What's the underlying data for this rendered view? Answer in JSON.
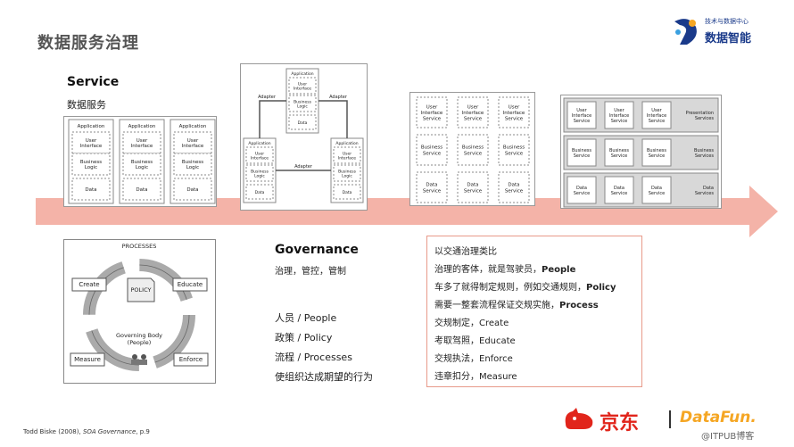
{
  "title": "数据服务治理",
  "logo": {
    "small": "技术与数据中心",
    "big": "数据智能"
  },
  "service": {
    "title": "Service",
    "subtitle": "数据服务"
  },
  "governance": {
    "title": "Governance",
    "subtitle": "治理，管控，管制",
    "items": [
      "人员 / People",
      "政策 / Policy",
      "流程 / Processes",
      "使组织达成期望的行为"
    ]
  },
  "notes": {
    "lines": [
      {
        "text": "以交通治理类比",
        "bold": ""
      },
      {
        "text": "治理的客体，就是驾驶员，",
        "bold": "People"
      },
      {
        "text": "车多了就得制定规则，例如交通规则，",
        "bold": "Policy"
      },
      {
        "text": "需要一整套流程保证交规实施，",
        "bold": "Process"
      },
      {
        "text": "交规制定，Create",
        "bold": ""
      },
      {
        "text": "考取驾照，Educate",
        "bold": ""
      },
      {
        "text": "交规执法，Enforce",
        "bold": ""
      },
      {
        "text": "违章扣分，Measure",
        "bold": ""
      }
    ]
  },
  "diagrams": {
    "box1": {
      "columns": [
        [
          "Application",
          "User Interface",
          "Business Logic",
          "Data"
        ],
        [
          "Application",
          "User Interface",
          "Business Logic",
          "Data"
        ],
        [
          "Application",
          "User Interface",
          "Business Logic",
          "Data"
        ]
      ]
    },
    "box2": {
      "top": [
        "Application",
        "User Interface",
        "Business Logic",
        "Data"
      ],
      "left": [
        "Application",
        "User Interface",
        "Business Logic",
        "Data"
      ],
      "right": [
        "Application",
        "User Interface",
        "Business Logic",
        "Data"
      ],
      "adapter": "Adapter"
    },
    "box3": {
      "rows": [
        [
          "User Interface Service",
          "User Interface Service",
          "User Interface Service"
        ],
        [
          "Business Service",
          "Business Service",
          "Business Service"
        ],
        [
          "Data Service",
          "Data Service",
          "Data Service"
        ]
      ]
    },
    "box4": {
      "rows": [
        {
          "cells": [
            "User Interface Service",
            "User Interface Service",
            "User Interface Service"
          ],
          "label": "Presentation Services"
        },
        {
          "cells": [
            "Business Service",
            "Business Service",
            "Business Service"
          ],
          "label": "Business Services"
        },
        {
          "cells": [
            "Data Service",
            "Data Service",
            "Data Service"
          ],
          "label": "Data Services"
        }
      ]
    },
    "processes": {
      "title": "PROCESSES",
      "create": "Create",
      "educate": "Educate",
      "measure": "Measure",
      "enforce": "Enforce",
      "policy": "POLICY",
      "body": "Governing Body (People)"
    }
  },
  "footer": {
    "prefix": "Todd Biske (2008), ",
    "italic": "SOA Governance",
    "suffix": ", p.9"
  },
  "brands": {
    "jd": "京东",
    "datafun": "DataFun.",
    "watermark": "@ITPUB博客"
  },
  "colors": {
    "arrow": "#f4b3a8",
    "border": "#e89a8a",
    "jd": "#e1251b",
    "datafun": "#f5a623"
  }
}
